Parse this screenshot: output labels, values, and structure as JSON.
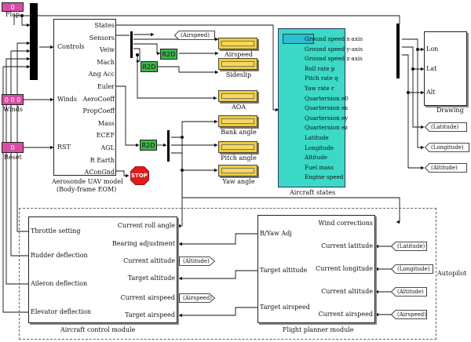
{
  "sources": {
    "flap": {
      "value": "0",
      "label": "Flap"
    },
    "winds": {
      "value": "0 0 0",
      "label": "Winds"
    },
    "reset": {
      "value": "0",
      "label": "Reset"
    }
  },
  "bus_labels": {
    "controls": "Controls",
    "winds": "Winds",
    "rst": "RST"
  },
  "uav_model": {
    "title_line1": "Aerosonde UAV model",
    "title_line2": "(Body-frame EOM)",
    "ports": [
      "States",
      "Sensors",
      "Veiw",
      "Mach",
      "Ang Acc",
      "Euler",
      "AeroCoeff",
      "PropCoeff",
      "Mass",
      "ECEF",
      "AGL",
      "R Earth",
      "AConGnd"
    ]
  },
  "r2d_label": "R2D",
  "displays": [
    "Airspeed",
    "Sideslip",
    "AOA",
    "Bank angle",
    "Pitch angle",
    "Yaw angle"
  ],
  "goto_tags": {
    "airspeed_top": "(Airspeed)",
    "latitude": "(Latitude)",
    "longitude": "(Longitude)",
    "altitude": "(Altitude)"
  },
  "stop_label": "STOP",
  "aircraft_states": {
    "title": "Aircraft states",
    "items": [
      "Ground speed x-axis",
      "Ground speed y-axis",
      "Ground speed z-axis",
      "Roll rate p",
      "Pitch rate q",
      "Yaw rate r",
      "Quarternion e0",
      "Quarternion ex",
      "Quarternion ey",
      "Quarternion ez",
      "Latitude",
      "Longitude",
      "Altitude",
      "Fuel mass",
      "Engine speed"
    ]
  },
  "drawing": {
    "title": "Drawing",
    "ports": [
      "Lon",
      "Lat",
      "Alt"
    ]
  },
  "acm": {
    "title": "Aircraft control module",
    "outputs": [
      "Throttle setting",
      "Rudder deflection",
      "Aileron deflection",
      "Elevator deflection"
    ],
    "inputs": [
      "Current roll angle",
      "Bearing adjustment",
      "Current altitude",
      "Target altitude",
      "Current airspeed",
      "Target airspeed"
    ],
    "from_tags": [
      "(Altitude)",
      "(Airspeed)"
    ]
  },
  "fpm": {
    "title": "Flight planner module",
    "outputs": [
      "B/Yaw Adj",
      "Target altitude",
      "Target airspeed"
    ],
    "inputs": [
      "Wind corrections",
      "Current latitude",
      "Current longitude",
      "Current altitude",
      "Current airspeed"
    ],
    "from_tags": [
      "(Latitude)",
      "(Longitude)",
      "(Altitude)",
      "(Airspeed)"
    ]
  },
  "autopilot_label": "Autopilot"
}
